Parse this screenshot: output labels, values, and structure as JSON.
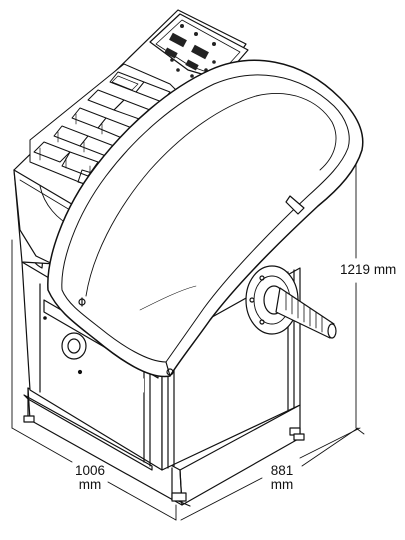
{
  "dimensions": {
    "height": {
      "value": "1219",
      "unit": "mm"
    },
    "width": {
      "value": "1006",
      "unit": "mm"
    },
    "depth": {
      "value": "881",
      "unit": "mm"
    }
  }
}
